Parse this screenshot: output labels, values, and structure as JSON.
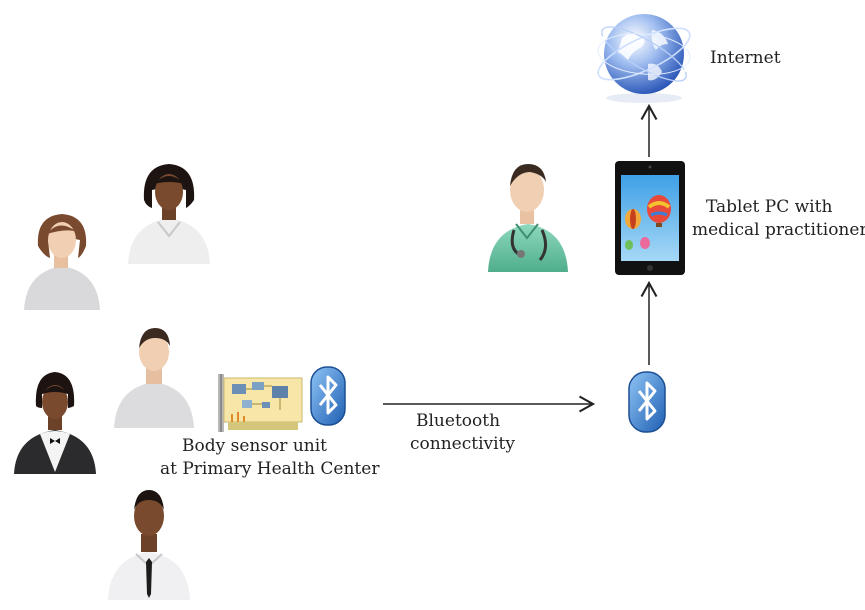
{
  "labels": {
    "internet": "Internet",
    "tablet_line1": "Tablet PC with",
    "tablet_line2": "medical practitioner",
    "sensor_line1": "Body sensor unit",
    "sensor_line2": "at Primary Health Center",
    "bluetooth_line1": "Bluetooth",
    "bluetooth_line2": "connectivity"
  },
  "icons": {
    "globe": "globe-icon",
    "tablet": "tablet-icon",
    "bluetooth": "bluetooth-icon",
    "circuit_board": "circuit-board-icon",
    "doctor": "doctor-avatar-icon",
    "patients": [
      "patient-woman-brown-icon",
      "patient-woman-dark-icon",
      "patient-man-light-icon",
      "patient-woman-waitress-icon",
      "patient-man-tie-icon"
    ]
  },
  "colors": {
    "bluetooth_blue": "#2f7fd0",
    "scrubs_green": "#6fc7a8",
    "globe_blue": "#4a7fd6",
    "arrow": "#222222"
  }
}
